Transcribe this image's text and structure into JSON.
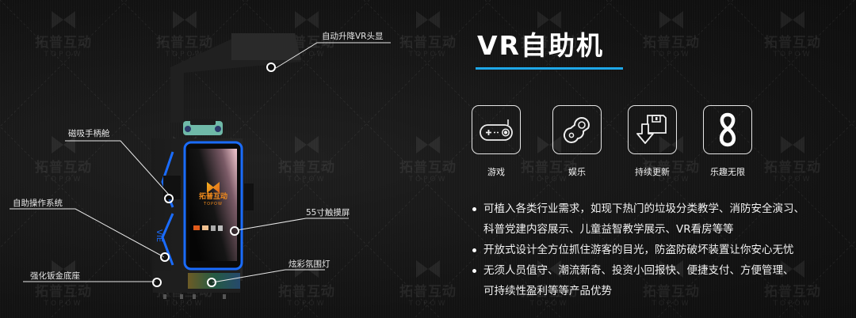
{
  "title": "VR自助机",
  "colors": {
    "accent": "#1ea7e8",
    "background": "#141414",
    "machine_blue": "#1a6cff",
    "brand_orange": "#f08a1c"
  },
  "watermark": {
    "cn": "拓普互动",
    "en": "TOPOW"
  },
  "callouts": [
    {
      "id": "vr-headset",
      "label": "自动升降VR头显"
    },
    {
      "id": "magnetic-controller-bay",
      "label": "磁吸手柄舱"
    },
    {
      "id": "self-service-system",
      "label": "自助操作系统"
    },
    {
      "id": "touchscreen",
      "label": "55寸触摸屏"
    },
    {
      "id": "ambient-light",
      "label": "炫彩氛围灯"
    },
    {
      "id": "reinforced-base",
      "label": "强化钣金底座"
    }
  ],
  "screen": {
    "brand_cn": "拓普互动",
    "brand_en": "TOPOW"
  },
  "features": [
    {
      "icon": "gamepad-icon",
      "label": "游戏"
    },
    {
      "icon": "controller-icon",
      "label": "娱乐"
    },
    {
      "icon": "download-save-icon",
      "label": "持续更新"
    },
    {
      "icon": "infinity-icon",
      "label": "乐趣无限"
    }
  ],
  "bullets": [
    {
      "line1": "可植入各类行业需求，如现下热门的垃圾分类教学、消防安全演习、",
      "line2": "科普党建内容展示、儿童益智教学展示、VR看房等等"
    },
    {
      "line1": "开放式设计全方位抓住游客的目光，防盗防破坏装置让你安心无忧",
      "line2": ""
    },
    {
      "line1": "无须人员值守、潮流新奇、投资小回报快、便捷支付、方便管理、",
      "line2": "可持续性盈利等等产品优势"
    }
  ]
}
